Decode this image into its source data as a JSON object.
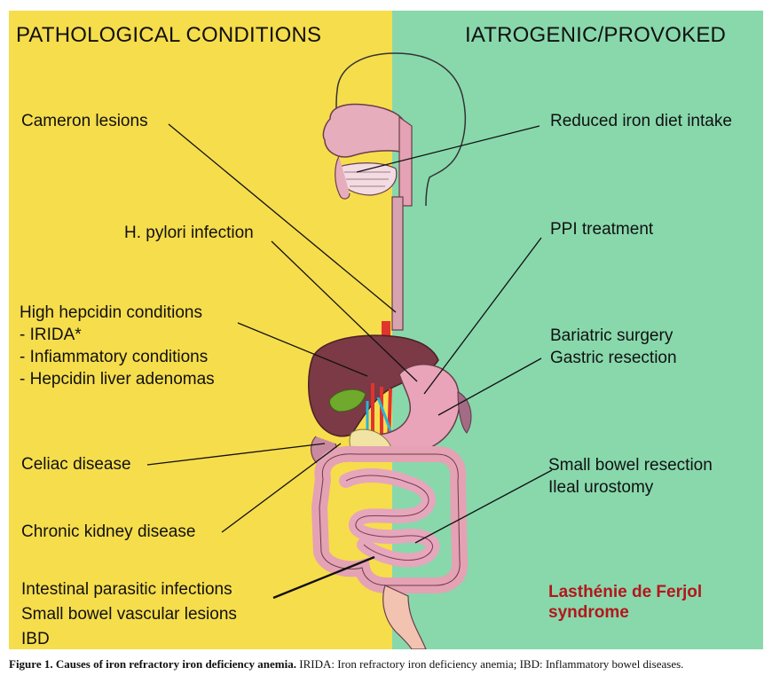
{
  "headers": {
    "left": "PATHOLOGICAL CONDITIONS",
    "right": "IATROGENIC/PROVOKED"
  },
  "left_labels": {
    "cameron": "Cameron lesions",
    "hpylori": "H. pylori infection",
    "hepcidin_title": "High hepcidin conditions",
    "hepcidin_1": "- IRIDA*",
    "hepcidin_2": "- Infiammatory conditions",
    "hepcidin_3": "- Hepcidin liver adenomas",
    "celiac": "Celiac disease",
    "ckd": "Chronic kidney disease",
    "parasitic": "Intestinal parasitic infections",
    "vascular": "Small bowel vascular lesions",
    "ibd": "IBD"
  },
  "right_labels": {
    "diet": "Reduced iron diet intake",
    "ppi": "PPI treatment",
    "bariatric": "Bariatric surgery",
    "gastric": "Gastric resection",
    "bowel_resection": "Small bowel resection",
    "urostomy": "Ileal urostomy",
    "lasthenie_1": "Lasthénie de Ferjol",
    "lasthenie_2": "syndrome"
  },
  "caption": {
    "bold": "Figure 1. Causes of iron refractory iron deficiency anemia.",
    "text": " IRIDA: Iron refractory iron deficiency anemia; IBD: Inflammatory bowel diseases."
  },
  "colors": {
    "left_bg": "#f6dd4c",
    "right_bg": "#88d8ac",
    "accent_red": "#b4161b"
  }
}
